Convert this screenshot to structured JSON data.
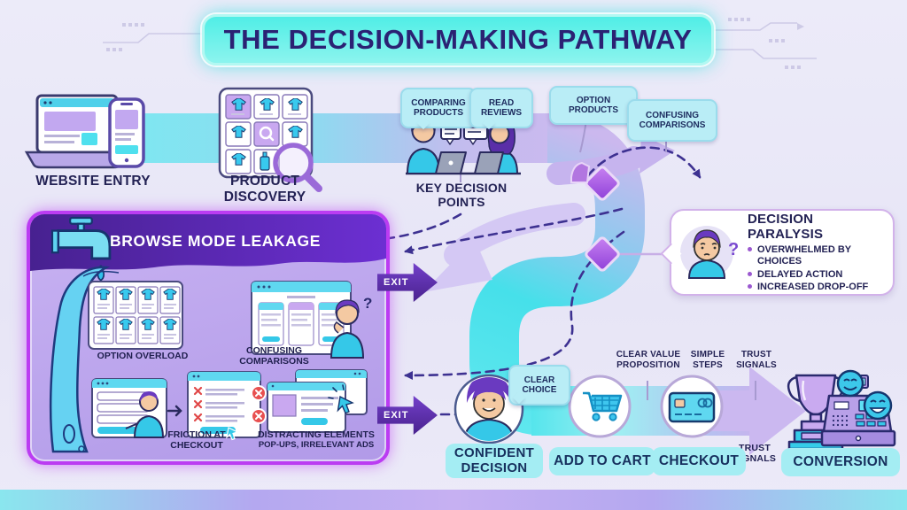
{
  "title": "THE DECISION-MAKING PATHWAY",
  "question_mark": "?",
  "stages": {
    "website_entry": "WEBSITE ENTRY",
    "product_discovery": "PRODUCT DISCOVERY",
    "key_decision_points": "KEY DECISION POINTS",
    "confident_decision": "CONFIDENT DECISION",
    "add_to_cart": "ADD TO CART",
    "checkout": "CHECKOUT",
    "conversion": "CONVERSION"
  },
  "speech_bubbles": {
    "comparing_products": "COMPARING PRODUCTS",
    "read_reviews": "READ REVIEWS",
    "option_products": "OPTION PRODUCTS",
    "confusing_comparisons": "CONFUSING COMPARISONS",
    "clear_choice": "CLEAR CHOICE"
  },
  "annotations": {
    "clear_value_proposition": "CLEAR VALUE PROPOSITION",
    "simple_steps": "SIMPLE STEPS",
    "trust_signals_top": "TRUST SIGNALS",
    "trust_signals_bottom": "TRUST SIGNALS"
  },
  "decision_paralysis": {
    "title": "DECISION PARALYSIS",
    "bullets": [
      "OVERWHELMED BY CHOICES",
      "DELAYED ACTION",
      "INCREASED DROP-OFF"
    ]
  },
  "leakage": {
    "title": "BROWSE MODE LEAKAGE",
    "exit_label": "EXIT",
    "items": [
      {
        "label": "OPTION OVERLOAD"
      },
      {
        "label": "CONFUSING COMPARISONS"
      },
      {
        "label": "FRICTION AT CHECKOUT"
      },
      {
        "label": "DISTRACTING ELEMENTS",
        "sub": "POP-UPS, IRRELEVANT ADS"
      }
    ]
  },
  "colors": {
    "background": "#eae8f7",
    "accent_cyan": "#55e6ea",
    "accent_purple": "#c9b6ee",
    "leak_border": "#bb3cf2",
    "header_purple": "#54269e",
    "exit_arrow": "#5630a8",
    "callout_bg": "#b9edf6",
    "navy_text": "#232254",
    "error_red": "#e85555"
  }
}
